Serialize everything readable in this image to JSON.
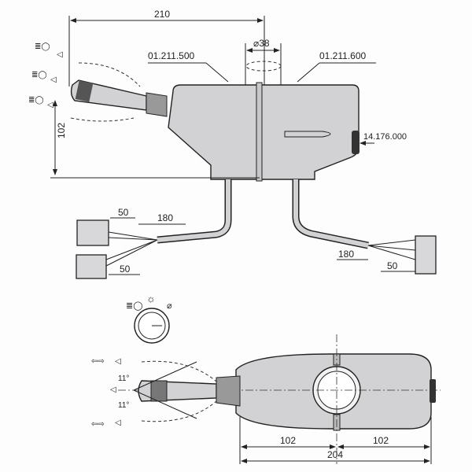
{
  "top_view": {
    "dim_length": "210",
    "dim_diameter": "⌀38",
    "dim_height": "102",
    "part_left": "01.211.500",
    "part_right": "01.211.600",
    "part_knob": "14.176.000",
    "cable_left_upper_connector": "50",
    "cable_left_length": "180",
    "cable_left_lower_connector": "50",
    "cable_right_length": "180",
    "cable_right_connector": "50"
  },
  "bottom_view": {
    "angle_up": "11°",
    "angle_down": "11°",
    "dim_half_left": "102",
    "dim_half_right": "102",
    "dim_total": "204"
  },
  "icons": [
    "headlight-high-icon",
    "headlight-low-icon",
    "horn-icon",
    "turn-signal-icon",
    "wiper-icon",
    "sun-icon"
  ]
}
